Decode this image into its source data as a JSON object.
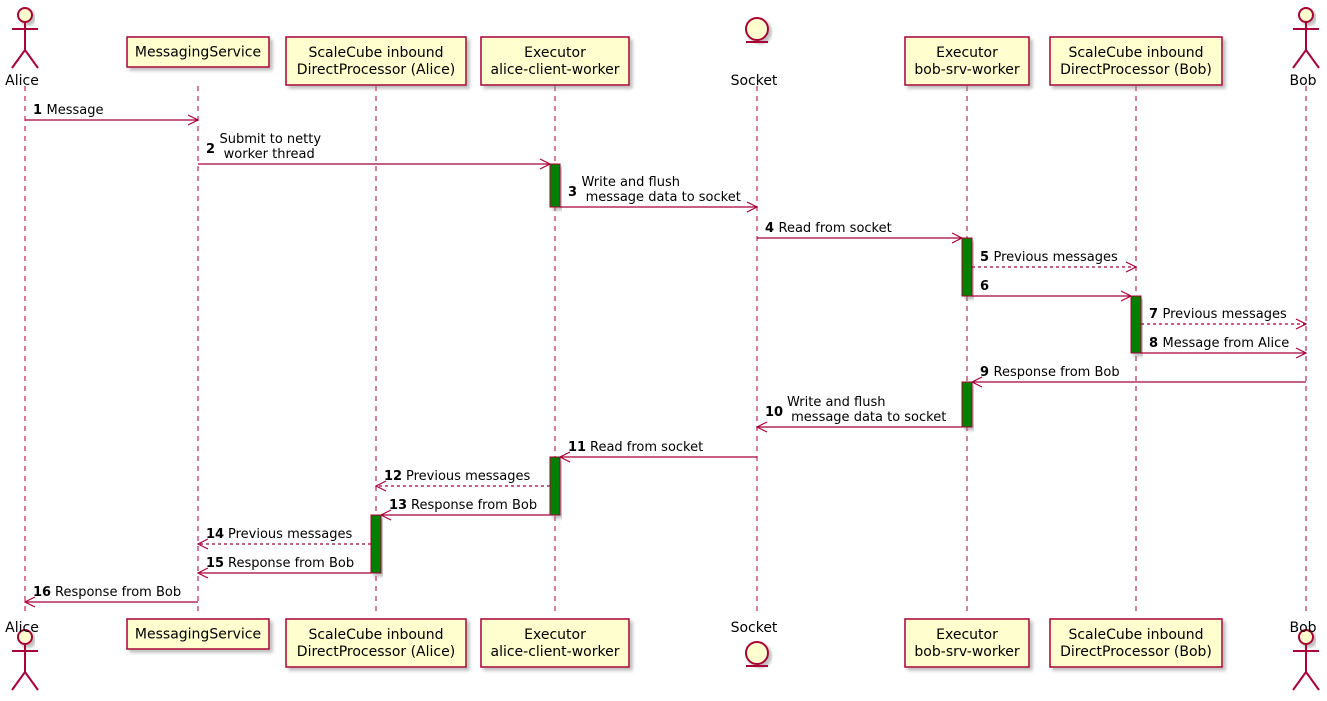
{
  "colors": {
    "line": "#A80036",
    "box_fill": "#FEFECE",
    "activation_fill": "#008000",
    "lifeline": "#A80036",
    "shadow": "#c8c8c8"
  },
  "participants": [
    {
      "id": "alice",
      "kind": "actor",
      "label": [
        "Alice"
      ]
    },
    {
      "id": "ms",
      "kind": "box",
      "label": [
        "MessagingService"
      ]
    },
    {
      "id": "dpa",
      "kind": "box",
      "label": [
        "ScaleCube inbound",
        "DirectProcessor (Alice)"
      ]
    },
    {
      "id": "exa",
      "kind": "box",
      "label": [
        "Executor",
        "alice-client-worker"
      ]
    },
    {
      "id": "socket",
      "kind": "entity",
      "label": [
        "Socket"
      ]
    },
    {
      "id": "exb",
      "kind": "box",
      "label": [
        "Executor",
        "bob-srv-worker"
      ]
    },
    {
      "id": "dpb",
      "kind": "box",
      "label": [
        "ScaleCube inbound",
        "DirectProcessor (Bob)"
      ]
    },
    {
      "id": "bob",
      "kind": "actor",
      "label": [
        "Bob"
      ]
    }
  ],
  "messages": [
    {
      "num": "1",
      "from": "alice",
      "to": "ms",
      "dashed": false,
      "label": [
        "Message"
      ]
    },
    {
      "num": "2",
      "from": "ms",
      "to": "exa",
      "dashed": false,
      "label": [
        "Submit to netty",
        " worker thread"
      ]
    },
    {
      "num": "3",
      "from": "exa",
      "to": "socket",
      "dashed": false,
      "label": [
        "Write and flush",
        " message data to socket"
      ]
    },
    {
      "num": "4",
      "from": "socket",
      "to": "exb",
      "dashed": false,
      "label": [
        "Read from socket"
      ]
    },
    {
      "num": "5",
      "from": "exb",
      "to": "dpb",
      "dashed": true,
      "label": [
        "Previous messages"
      ]
    },
    {
      "num": "6",
      "from": "exb",
      "to": "dpb",
      "dashed": false,
      "label": [
        ""
      ]
    },
    {
      "num": "7",
      "from": "dpb",
      "to": "bob",
      "dashed": true,
      "label": [
        "Previous messages"
      ]
    },
    {
      "num": "8",
      "from": "dpb",
      "to": "bob",
      "dashed": false,
      "label": [
        "Message from Alice"
      ]
    },
    {
      "num": "9",
      "from": "bob",
      "to": "exb",
      "dashed": false,
      "label": [
        "Response from Bob"
      ]
    },
    {
      "num": "10",
      "from": "exb",
      "to": "socket",
      "dashed": false,
      "label": [
        "Write and flush",
        " message data to socket"
      ]
    },
    {
      "num": "11",
      "from": "socket",
      "to": "exa",
      "dashed": false,
      "label": [
        "Read from socket"
      ]
    },
    {
      "num": "12",
      "from": "exa",
      "to": "dpa",
      "dashed": true,
      "label": [
        "Previous messages"
      ]
    },
    {
      "num": "13",
      "from": "exa",
      "to": "dpa",
      "dashed": false,
      "label": [
        "Response from Bob"
      ]
    },
    {
      "num": "14",
      "from": "dpa",
      "to": "ms",
      "dashed": true,
      "label": [
        "Previous messages"
      ]
    },
    {
      "num": "15",
      "from": "dpa",
      "to": "ms",
      "dashed": false,
      "label": [
        "Response from Bob"
      ]
    },
    {
      "num": "16",
      "from": "ms",
      "to": "alice",
      "dashed": false,
      "label": [
        "Response from Bob"
      ]
    }
  ],
  "activations": [
    {
      "participant": "exa",
      "from_msg": "2",
      "to_msg": "3"
    },
    {
      "participant": "exb",
      "from_msg": "4",
      "to_msg": "6"
    },
    {
      "participant": "dpb",
      "from_msg": "6",
      "to_msg": "8"
    },
    {
      "participant": "exb",
      "from_msg": "9",
      "to_msg": "10"
    },
    {
      "participant": "exa",
      "from_msg": "11",
      "to_msg": "13"
    },
    {
      "participant": "dpa",
      "from_msg": "13",
      "to_msg": "15"
    }
  ]
}
